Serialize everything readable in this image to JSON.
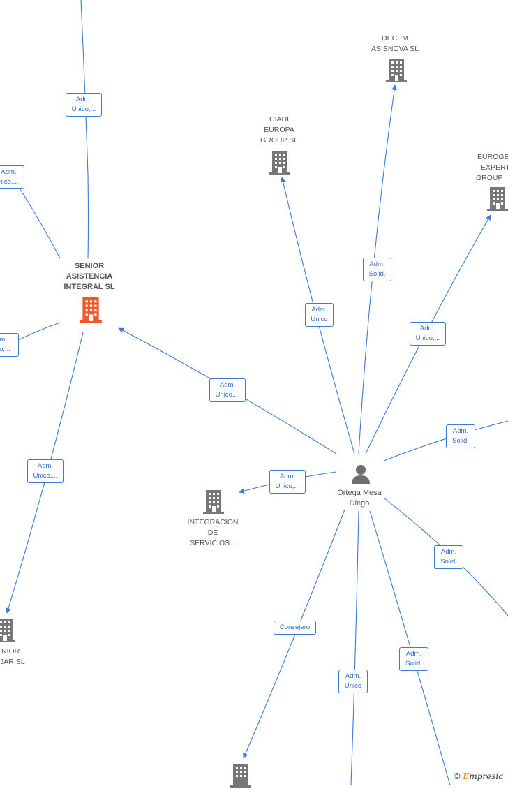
{
  "nodes": {
    "decem": {
      "label1": "DECEM",
      "label2": "ASISNOVA  SL"
    },
    "ciadi": {
      "label1": "CIADI",
      "label2": "EUROPA",
      "label3": "GROUP SL"
    },
    "euroge": {
      "label1": "EUROGE",
      "label2": "EXPERT",
      "label3": "GROUP"
    },
    "senior_asistencia": {
      "label1": "SENIOR",
      "label2": "ASISTENCIA",
      "label3": "INTEGRAL  SL"
    },
    "ortega": {
      "label1": "Ortega Mesa",
      "label2": "Diego"
    },
    "integracion": {
      "label1": "INTEGRACION",
      "label2": "DE",
      "label3": "SERVICIOS..."
    },
    "senior_bottom": {
      "label1": "NIOR",
      "label2": "JAR  SL"
    }
  },
  "edges": {
    "top_senior": {
      "l1": "Adm.",
      "l2": "Unico,..."
    },
    "left_upper": {
      "l1": "Adm.",
      "l2": "nico,..."
    },
    "left_lower": {
      "l1": "m.",
      "l2": "co,..."
    },
    "senior_down": {
      "l1": "Adm.",
      "l2": "Unico,..."
    },
    "ortega_senior": {
      "l1": "Adm.",
      "l2": "Unico,..."
    },
    "ortega_integracion": {
      "l1": "Adm.",
      "l2": "Unico,..."
    },
    "ortega_ciadi": {
      "l1": "Adm.",
      "l2": "Unico"
    },
    "ortega_decem": {
      "l1": "Adm.",
      "l2": "Solid."
    },
    "ortega_euroge": {
      "l1": "Adm.",
      "l2": "Unico,..."
    },
    "ortega_right": {
      "l1": "Adm.",
      "l2": "Solid."
    },
    "ortega_lowright": {
      "l1": "Adm.",
      "l2": "Solid."
    },
    "ortega_consejero": {
      "l1": "Consejero"
    },
    "ortega_down": {
      "l1": "Adm.",
      "l2": "Unico"
    },
    "ortega_down2": {
      "l1": "Adm.",
      "l2": "Solid."
    }
  },
  "footer": {
    "copyright": "©",
    "brand_e": "E",
    "brand_rest": "mpresia"
  },
  "colors": {
    "edge": "#3a7bd5",
    "company": "#777777",
    "highlight": "#f05a28",
    "person": "#6f6f6f"
  }
}
